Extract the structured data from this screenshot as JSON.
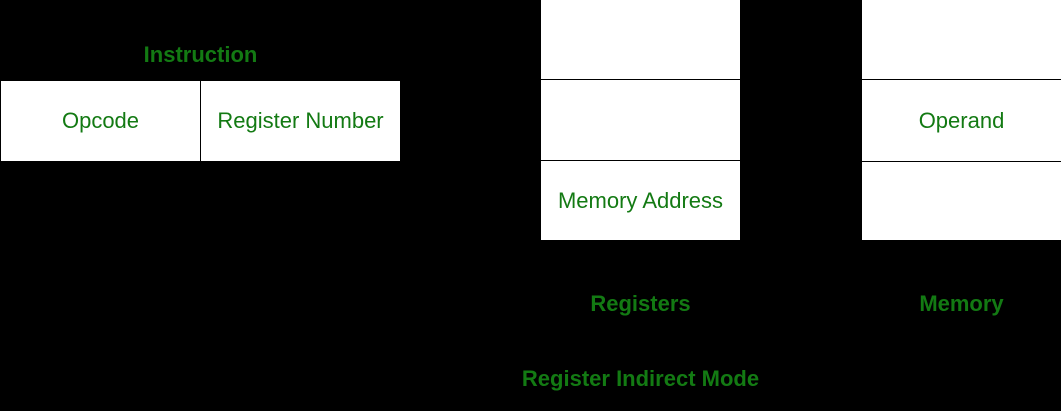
{
  "figure": {
    "title": "Register Indirect Mode",
    "background_color": "#000000",
    "text_color": "#137a13",
    "box_fill_color": "#ffffff",
    "box_border_color": "#000000"
  },
  "instruction": {
    "label": "Instruction",
    "fields": [
      {
        "name": "opcode",
        "label": "Opcode"
      },
      {
        "name": "register-number",
        "label": "Register Number"
      }
    ]
  },
  "registers": {
    "label": "Registers",
    "cells": [
      {
        "name": "register-cell-empty-top",
        "label": ""
      },
      {
        "name": "register-cell-empty-middle",
        "label": ""
      },
      {
        "name": "register-cell-memory-address",
        "label": "Memory Address"
      }
    ]
  },
  "memory": {
    "label": "Memory",
    "cells": [
      {
        "name": "memory-cell-empty-top",
        "label": ""
      },
      {
        "name": "memory-cell-operand",
        "label": "Operand"
      },
      {
        "name": "memory-cell-empty-bottom",
        "label": ""
      }
    ]
  }
}
